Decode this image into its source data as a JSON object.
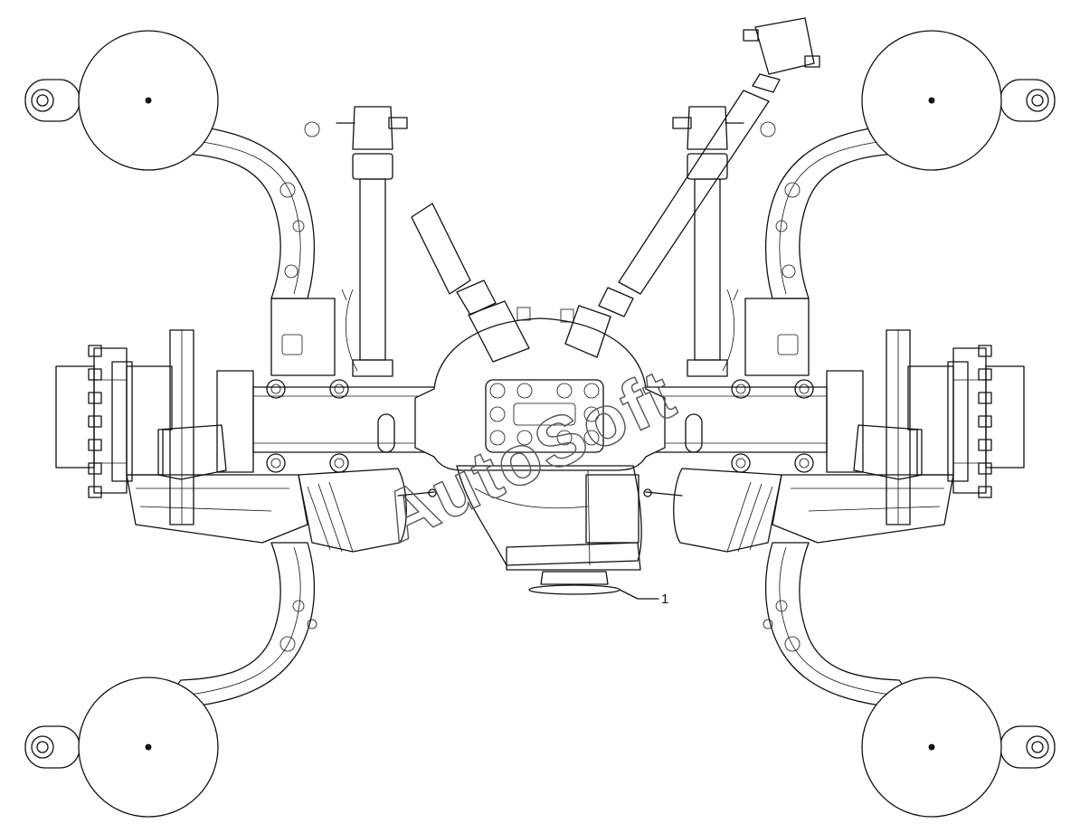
{
  "diagram": {
    "callouts": [
      {
        "id": "1",
        "label": "1"
      }
    ],
    "watermark": "AutoSoft"
  }
}
